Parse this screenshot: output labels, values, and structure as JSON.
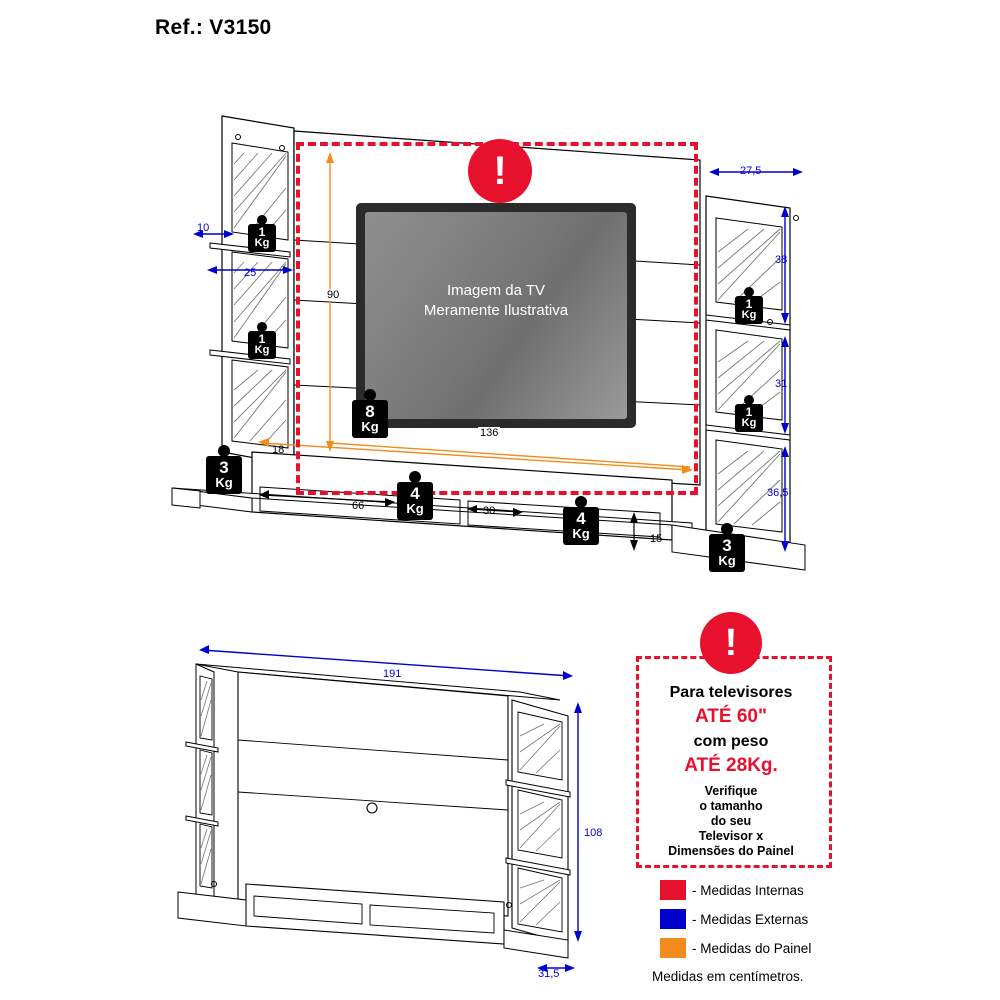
{
  "title": "Ref.: V3150",
  "tv": {
    "line1": "Imagem da TV",
    "line2": "Meramente Ilustrativa"
  },
  "top_view_dimensions": {
    "internal_width": "136",
    "internal_height": "90",
    "left_small": "10",
    "left_shelf": "25",
    "base_left": "18",
    "base_66": "66",
    "base_30": "30",
    "base_15": "15",
    "right_depth": "27,5",
    "right_38": "38",
    "right_31": "31",
    "right_365": "36,5"
  },
  "front_view_dimensions": {
    "width": "191",
    "height": "108",
    "depth": "31,5"
  },
  "weights": {
    "tv": "8",
    "base_left": "4",
    "base_right": "4",
    "side_left_bottom": "3",
    "side_right_bottom": "3",
    "shelf_1": "1",
    "shelf_2": "1",
    "shelf_3": "1",
    "shelf_4": "1",
    "unit": "Kg"
  },
  "warning": {
    "icon": "!",
    "line1": "Para televisores",
    "line2": "ATÉ 60\"",
    "line3": "com peso",
    "line4": "ATÉ 28Kg.",
    "note1": "Verifique",
    "note2": "o tamanho",
    "note3": "do seu",
    "note4": "Televisor x",
    "note5": "Dimensões do Painel"
  },
  "legend": {
    "items": [
      {
        "color": "#e8112d",
        "label": "- Medidas Internas"
      },
      {
        "color": "#0000cc",
        "label": "- Medidas Externas"
      },
      {
        "color": "#f28c1e",
        "label": "- Medidas do Painel"
      }
    ],
    "footer": "Medidas em centímetros."
  }
}
